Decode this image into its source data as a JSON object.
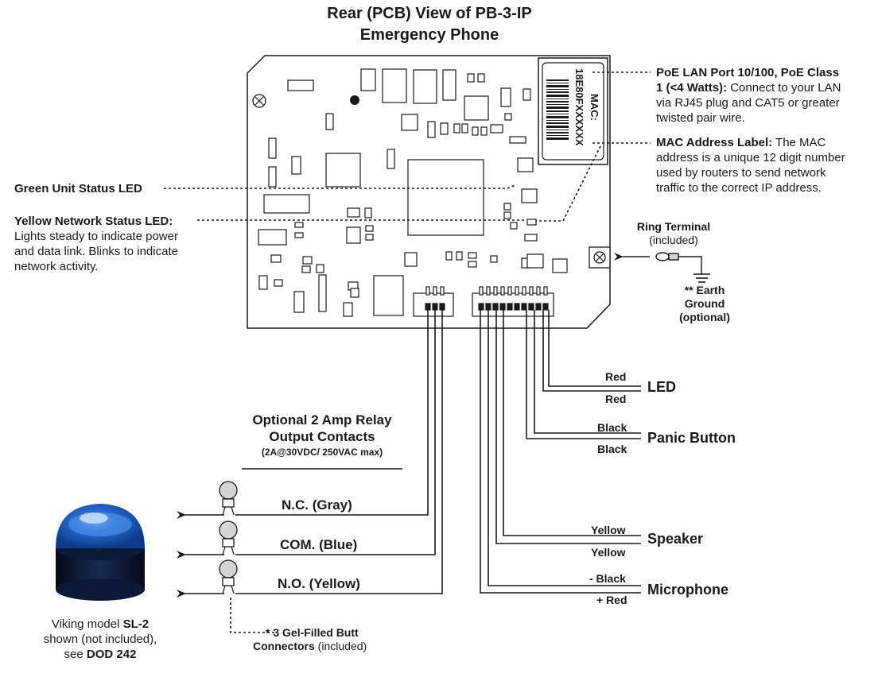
{
  "title": {
    "line1": "Rear (PCB) View of PB-3-IP",
    "line2": "Emergency Phone"
  },
  "mac_label": {
    "heading": "MAC:",
    "code": "18E80FXXXXXX"
  },
  "poe_note": {
    "bold1": "PoE LAN Port 10/100, PoE Class",
    "bold2": "1 (<4 Watts):",
    "rest2": " Connect to your LAN",
    "line3": "via RJ45 plug and CAT5 or greater",
    "line4": "twisted pair wire."
  },
  "mac_note": {
    "bold1": "MAC Address Label:",
    "rest1": " The MAC",
    "line2": "address is a unique 12 digit number",
    "line3": "used by routers to send network",
    "line4": "traffic to the correct IP address."
  },
  "green_led_note": "Green Unit Status LED",
  "yellow_led_note": {
    "bold1": "Yellow Network Status LED:",
    "line2": "Lights steady to indicate power",
    "line3": "and data link. Blinks to indicate",
    "line4": "network activity."
  },
  "ring_terminal": {
    "line1": "Ring Terminal",
    "line2": "(included)"
  },
  "earth_ground": {
    "line1": "** Earth",
    "line2": "Ground",
    "line3": "(optional)"
  },
  "relay": {
    "title1": "Optional 2 Amp Relay",
    "title2": "Output Contacts",
    "rating": "(2A@30VDC/ 250VAC max)",
    "nc": "N.C. (Gray)",
    "com": "COM. (Blue)",
    "no": "N.O. (Yellow)"
  },
  "devices": {
    "led": {
      "name": "LED",
      "wire1": "Red",
      "wire2": "Red"
    },
    "panic": {
      "name": "Panic Button",
      "wire1": "Black",
      "wire2": "Black"
    },
    "speaker": {
      "name": "Speaker",
      "wire1": "Yellow",
      "wire2": "Yellow"
    },
    "mic": {
      "name": "Microphone",
      "wire1": "- Black",
      "wire2": "+ Red"
    }
  },
  "butt_connectors": {
    "bold1": "* 3 Gel-Filled Butt",
    "bold2": "Connectors",
    "rest2": " (included)"
  },
  "strobe": {
    "line1_pre": "Viking model ",
    "model": "SL-2",
    "line2": "shown (not included),",
    "line3_pre": "see ",
    "dod": "DOD 242"
  },
  "colors": {
    "ink": "#1a1a1a",
    "strobe_blue": "#2a6fd6",
    "strobe_dark": "#0c1a3a",
    "connector_gray": "#d4d4d4"
  }
}
